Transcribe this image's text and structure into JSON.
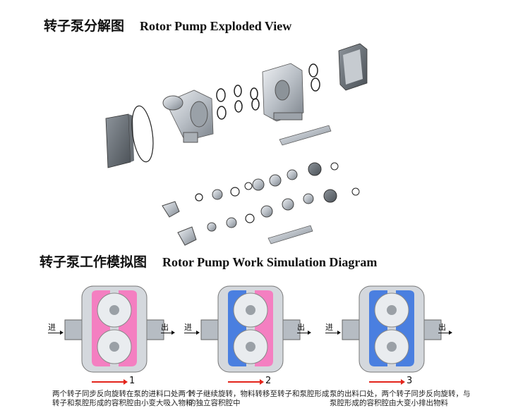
{
  "titles": {
    "exploded_cn": "转子泵分解图",
    "exploded_en": "Rotor Pump Exploded  View",
    "simulation_cn": "转子泵工作模拟图",
    "simulation_en": "Rotor Pump Work Simulation Diagram"
  },
  "steps": [
    {
      "number": "1",
      "inlet": "进",
      "outlet": "出",
      "caption": "两个转子同步反向旋转在泵的进料口处两个转子和泵腔形成的容积腔由小变大吸入物料",
      "chamber_color_left": "#f47fc1",
      "chamber_color_right": "#f47fc1"
    },
    {
      "number": "2",
      "inlet": "进",
      "outlet": "出",
      "caption": "转子继续旋转，物料转移至转子和泵腔形成的独立容积腔中",
      "chamber_color_left": "#4a7fe0",
      "chamber_color_right": "#f47fc1"
    },
    {
      "number": "3",
      "inlet": "进",
      "outlet": "出",
      "caption": "泵的出料口处，两个转子同步反向旋转，与泵腔形成的容积腔由大变小排出物料",
      "chamber_color_left": "#4a7fe0",
      "chamber_color_right": "#4a7fe0"
    }
  ],
  "colors": {
    "pink": "#f47fc1",
    "blue": "#4a7fe0",
    "arrow": "#e3241b",
    "metal": "#c9ced4"
  }
}
